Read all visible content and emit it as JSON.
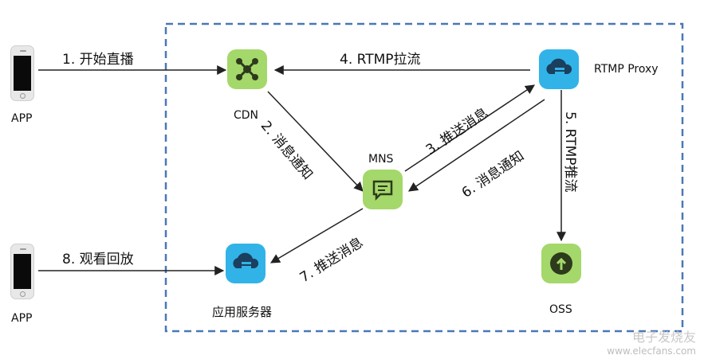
{
  "nodes": {
    "app_top": "APP",
    "app_bottom": "APP",
    "cdn": "CDN",
    "rtmp_proxy": "RTMP Proxy",
    "mns": "MNS",
    "app_server": "应用服务器",
    "oss": "OSS"
  },
  "steps": {
    "s1": "1. 开始直播",
    "s2": "2. 消息通知",
    "s3": "3. 推送消息",
    "s4": "4. RTMP拉流",
    "s5": "5. RTMP推流",
    "s6": "6. 消息通知",
    "s7": "7. 推送消息",
    "s8": "8. 观看回放"
  },
  "colors": {
    "green_node": "#a4d86a",
    "blue_node": "#31b3e8",
    "dashed_border": "#4a78b5",
    "arrow": "#222222"
  },
  "icons": {
    "cdn": "network-nodes-icon",
    "rtmp_proxy": "cloud-server-icon",
    "mns": "message-queue-icon",
    "app_server": "cloud-server-icon",
    "oss": "cloud-upload-icon"
  },
  "watermark": {
    "name": "电子发烧友",
    "url": "www.elecfans.com"
  }
}
